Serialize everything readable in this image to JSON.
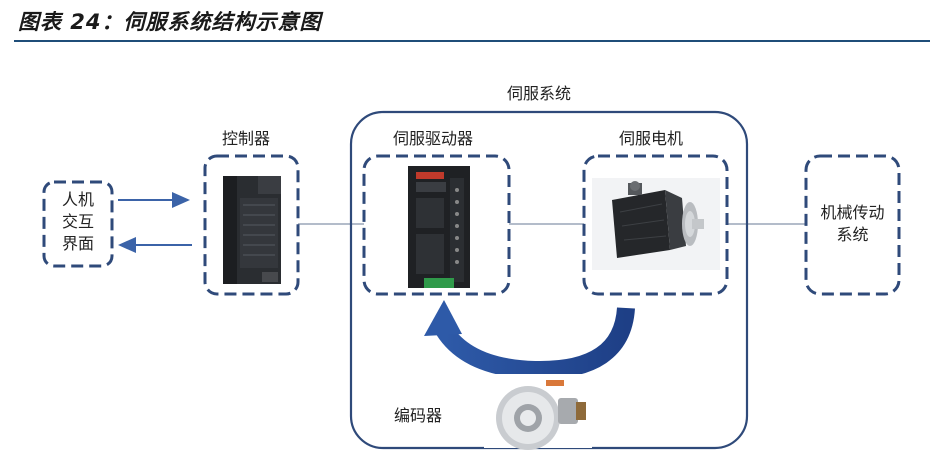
{
  "figure": {
    "title": "图表 24：伺服系统结构示意图"
  },
  "labels": {
    "servo_system": "伺服系统",
    "controller": "控制器",
    "servo_driver": "伺服驱动器",
    "servo_motor": "伺服电机",
    "encoder": "编码器"
  },
  "boxes": {
    "hmi_line1": "人机",
    "hmi_line2": "交互",
    "hmi_line3": "界面",
    "mech_line1": "机械传动",
    "mech_line2": "系统"
  },
  "colors": {
    "frame": "#2f4a7a",
    "arrow": "#3b63a8",
    "feedback_arrow": "#2e5aa8",
    "rule": "#1f4e79"
  }
}
